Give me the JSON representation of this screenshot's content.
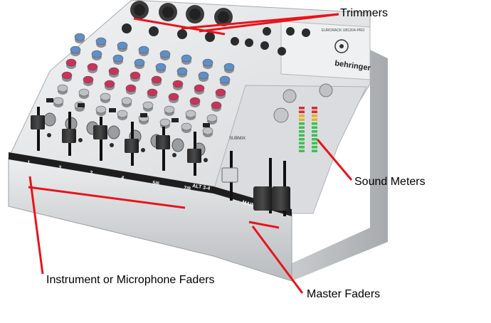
{
  "labels": {
    "trimmers": "Trimmers",
    "sound_meters": "Sound Meters",
    "instrument_faders": "Instrument or Microphone Faders",
    "master_faders": "Master Faders"
  },
  "mixer": {
    "brand": "behringer",
    "model": "EURORACK UB1204-PRO",
    "channel_numbers": [
      "1",
      "2",
      "3",
      "4",
      "5/6",
      "7/8"
    ],
    "alt_label": "ALT 3-4",
    "submix_label": "SUBMIX",
    "main_mix_label": "MAIN MIX"
  },
  "colors": {
    "callout_line": "#e8141b",
    "knob_blue": "#5f8fc9",
    "knob_red": "#c8335a",
    "panel": "#e4e6e8"
  }
}
